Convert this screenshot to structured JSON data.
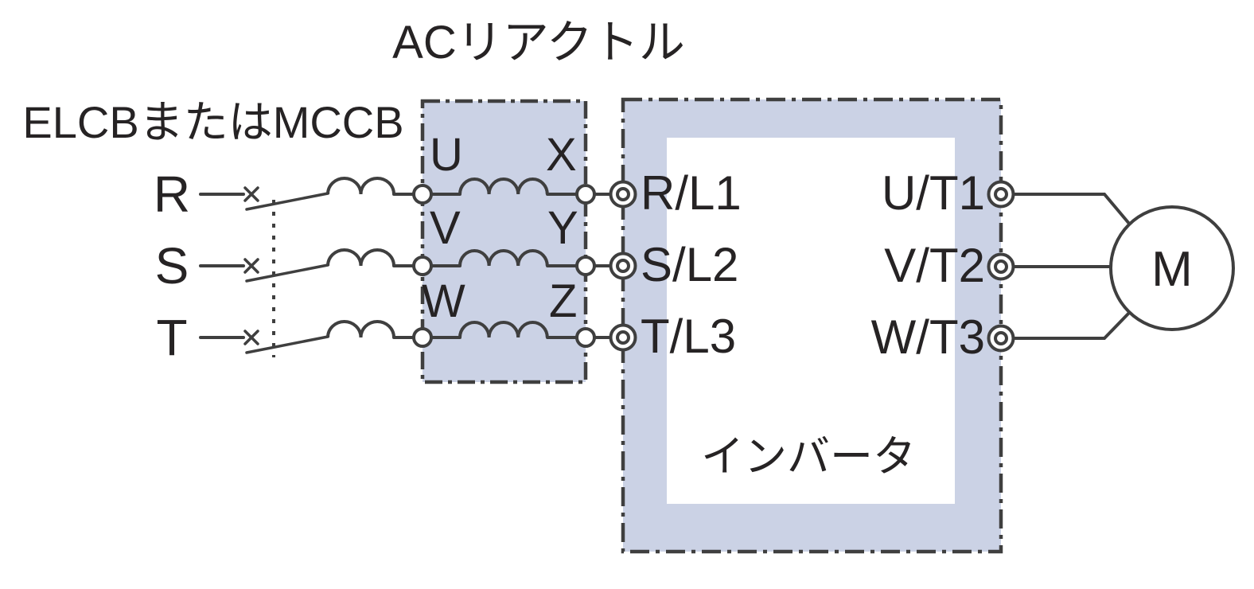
{
  "diagram": {
    "title": "ACリアクトル",
    "breaker_label": "ELCBまたはMCCB",
    "phases": [
      "R",
      "S",
      "T"
    ],
    "reactor": {
      "input_terminals": [
        "U",
        "V",
        "W"
      ],
      "output_terminals": [
        "X",
        "Y",
        "Z"
      ]
    },
    "inverter": {
      "label": "インバータ",
      "input_terminals": [
        "R/L1",
        "S/L2",
        "T/L3"
      ],
      "output_terminals": [
        "U/T1",
        "V/T2",
        "W/T3"
      ]
    },
    "motor": {
      "label": "M"
    },
    "colors": {
      "box_fill": "#cbd2e5",
      "line_color": "#3f3f3f",
      "text_color": "#262324"
    }
  }
}
